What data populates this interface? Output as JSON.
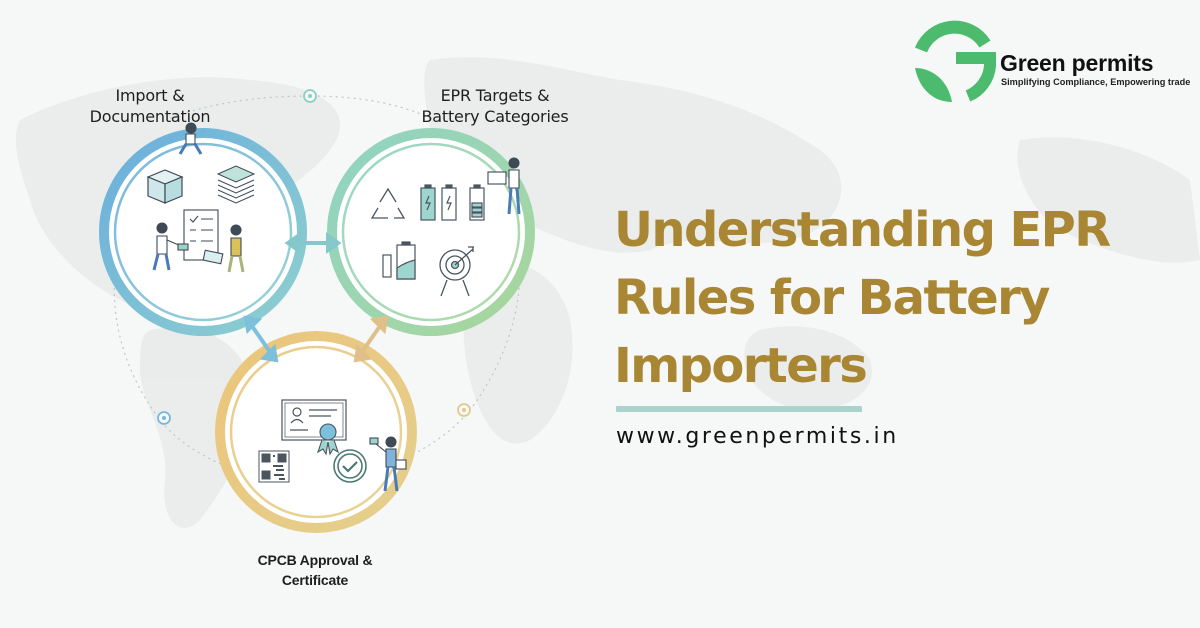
{
  "brand": {
    "name": "Green permits",
    "tagline": "Simplifying Compliance, Empowering trade",
    "color": "#4cbb6e"
  },
  "headline": {
    "lines": [
      "Understanding EPR",
      "Rules for Battery",
      "Importers"
    ],
    "color": "#a88633"
  },
  "divider_color": "#a9d3cc",
  "website": "www.greenpermits.in",
  "diagram": {
    "steps": [
      {
        "title_lines": [
          "Import &",
          "Documentation"
        ],
        "color": "#7ab9dc",
        "icons": [
          "package-box-icon",
          "document-stack-icon",
          "checklist-icon",
          "people-exchanging-documents-icon",
          "person-sitting-icon"
        ]
      },
      {
        "title_lines": [
          "EPR Targets &",
          "Battery Categories"
        ],
        "color": "#9bd1b0",
        "icons": [
          "recycle-icon",
          "battery-charging-icon",
          "battery-icon",
          "battery-level-icon",
          "target-icon",
          "person-with-laptop-icon"
        ]
      },
      {
        "title_lines": [
          "CPCB Approval &",
          "Certificate"
        ],
        "color": "#e6c47d",
        "icons": [
          "certificate-icon",
          "award-ribbon-icon",
          "qr-code-icon",
          "check-circle-icon",
          "person-presenting-icon"
        ]
      }
    ]
  }
}
